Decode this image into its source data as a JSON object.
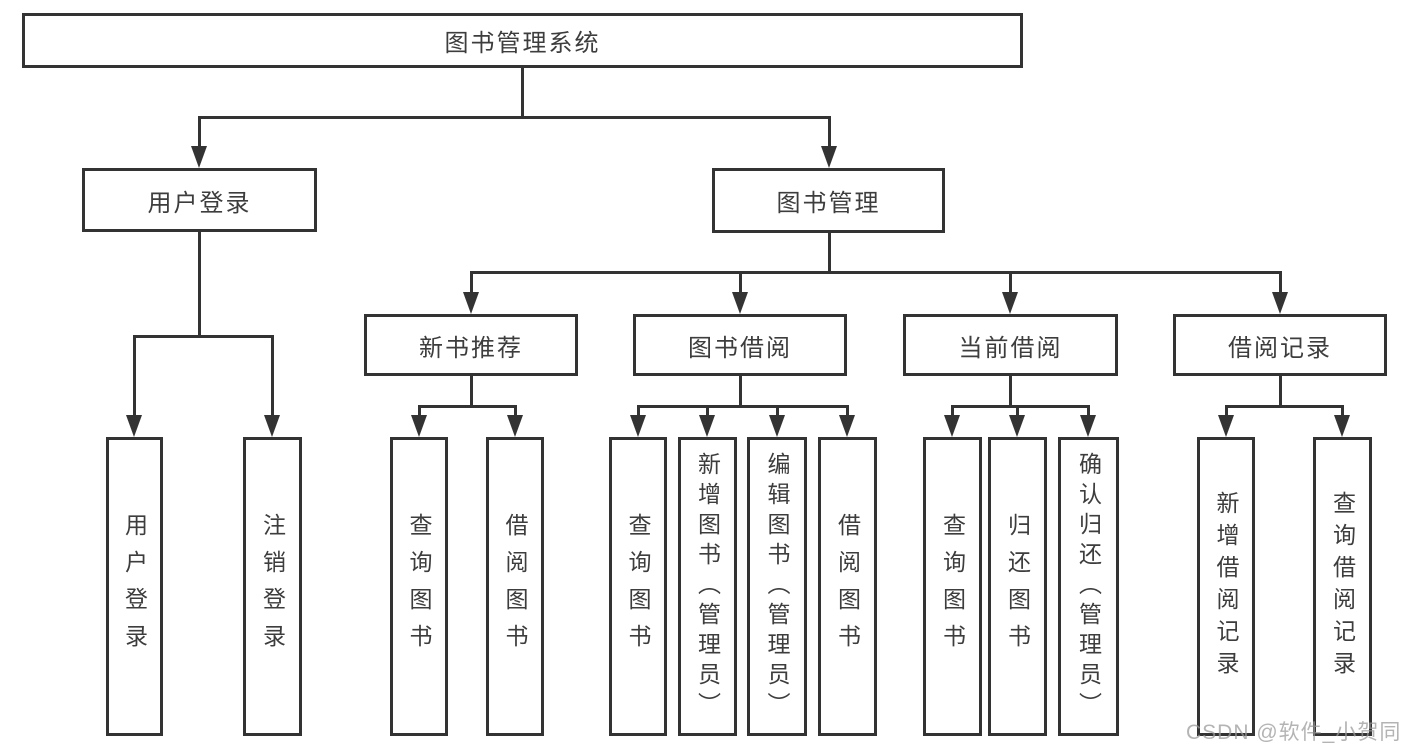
{
  "watermark": "CSDN @软件_小贺同学",
  "colors": {
    "line": "#333333",
    "box_border": "#333333",
    "text": "#3d3d3d",
    "watermark": "#9b9b9b",
    "background": "#ffffff"
  },
  "tree": {
    "root": "图书管理系统",
    "branches": [
      {
        "label": "用户登录",
        "children": [
          {
            "label": "用户登录"
          },
          {
            "label": "注销登录"
          }
        ]
      },
      {
        "label": "图书管理",
        "children": [
          {
            "label": "新书推荐",
            "children": [
              {
                "label": "查询图书"
              },
              {
                "label": "借阅图书"
              }
            ]
          },
          {
            "label": "图书借阅",
            "children": [
              {
                "label": "查询图书"
              },
              {
                "label": "新增图书（管理员）"
              },
              {
                "label": "编辑图书（管理员）"
              },
              {
                "label": "借阅图书"
              }
            ]
          },
          {
            "label": "当前借阅",
            "children": [
              {
                "label": "查询图书"
              },
              {
                "label": "归还图书"
              },
              {
                "label": "确认归还（管理员）"
              }
            ]
          },
          {
            "label": "借阅记录",
            "children": [
              {
                "label": "新增借阅记录"
              },
              {
                "label": "查询借阅记录"
              }
            ]
          }
        ]
      }
    ]
  }
}
